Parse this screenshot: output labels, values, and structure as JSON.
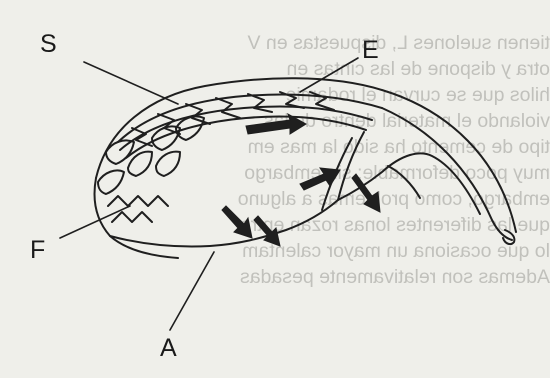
{
  "labels": {
    "s": "S",
    "e": "E",
    "f": "F",
    "a": "A"
  },
  "bleed_through_text": [
    "tienen suelones L, dispuestas en V",
    "otra y dispone de las cintas en",
    "hilos que se curvan el rodamie",
    "violando el material dentro de las",
    "tipo de cemento ha sido la mas em",
    "muy poco deformable; sin embargo",
    "embargo, como problemas a alguno",
    "que las diferentes lonas rozan entre",
    "lo que ocasiona un mayor calentam",
    "Ademas son relativamente pesadas"
  ]
}
